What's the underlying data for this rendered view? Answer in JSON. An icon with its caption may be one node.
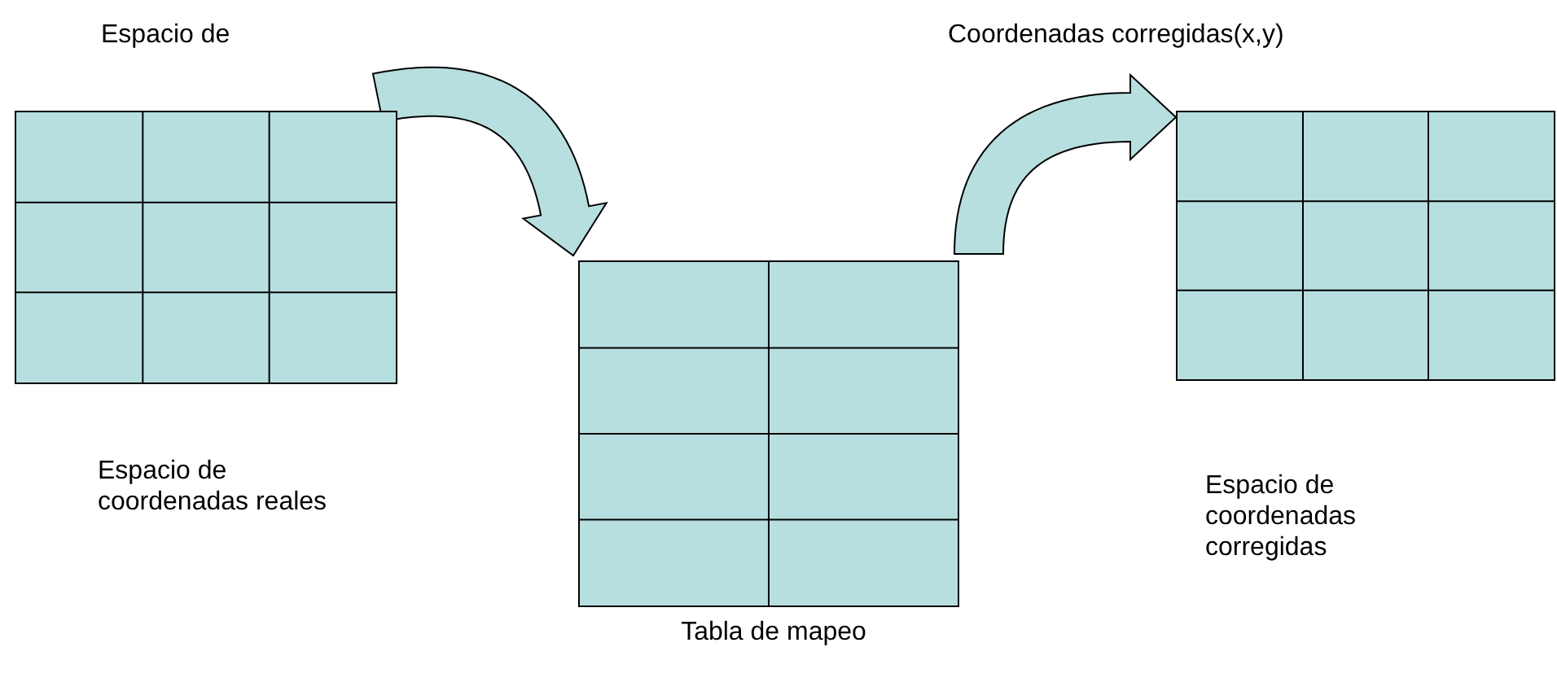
{
  "diagram": {
    "nodes": [
      {
        "text": [],
        "shape": "grid",
        "beside": [
          "Espacio de",
          "Espacio de coordenadas reales"
        ]
      },
      {
        "text": [],
        "shape": "grid",
        "beside": [
          "Tabla de mapeo"
        ]
      },
      {
        "text": [],
        "shape": "grid",
        "beside": [
          "Coordenadas corregidas(x,y)",
          "Espacio de coordenadas corregidas"
        ]
      }
    ],
    "edges": [
      {
        "from": 0,
        "to": 1,
        "arrow": "to",
        "style": "thick"
      },
      {
        "from": 1,
        "to": 2,
        "arrow": "to",
        "style": "thick"
      }
    ]
  }
}
